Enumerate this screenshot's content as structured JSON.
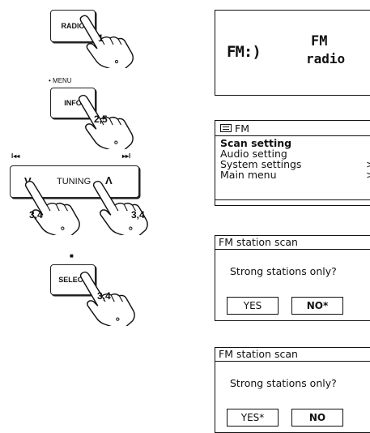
{
  "buttons": {
    "radio": "RADIO",
    "menu_label": "• MENU",
    "info": "INFO",
    "tuning": "TUNING",
    "tuning_down": "V",
    "tuning_up": "Λ",
    "prev_glyph": "I◂◂",
    "next_glyph": "▸▸I",
    "select_square": "■",
    "select": "SELECT"
  },
  "steps": {
    "radio": "1",
    "info": "2,5",
    "tuning_left": "3,4",
    "tuning_right": "3,4",
    "select": "3,4"
  },
  "screen1": {
    "logo": "FM:)",
    "line1": "FM",
    "line2": "radio"
  },
  "screen2": {
    "header": "FM",
    "items": [
      {
        "label": "Scan setting",
        "arrow": ""
      },
      {
        "label": "Audio setting",
        "arrow": ""
      },
      {
        "label": "System settings",
        "arrow": ">"
      },
      {
        "label": "Main menu",
        "arrow": ">"
      }
    ]
  },
  "screen3": {
    "title": "FM station scan",
    "question": "Strong stations only?",
    "yes": "YES",
    "no": "NO*"
  },
  "screen4": {
    "title": "FM station scan",
    "question": "Strong stations only?",
    "yes": "YES*",
    "no": "NO"
  }
}
